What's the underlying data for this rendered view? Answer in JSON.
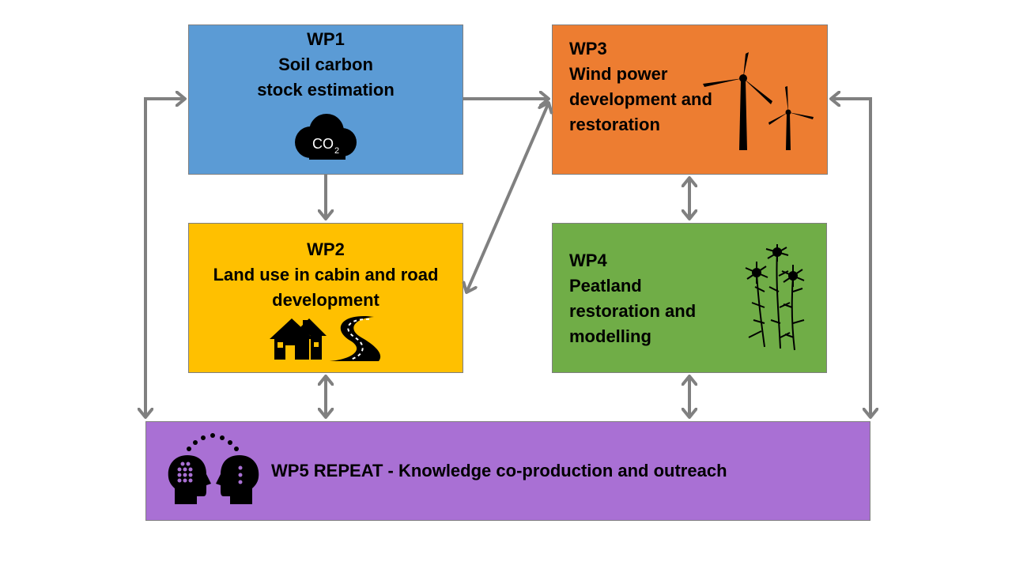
{
  "colors": {
    "wp1": "#5b9bd5",
    "wp2": "#ffc000",
    "wp3": "#ed7d31",
    "wp4": "#70ad47",
    "wp5": "#a970d4",
    "arrow": "#808080"
  },
  "wp1": {
    "id": "WP1",
    "line1": "Soil carbon",
    "line2": "stock estimation",
    "icon": "co2-cloud-icon",
    "icon_text": "CO",
    "icon_sub": "2"
  },
  "wp2": {
    "id": "WP2",
    "line1": "Land use in cabin and road",
    "line2": "development",
    "icon": "houses-road-icon"
  },
  "wp3": {
    "id": "WP3",
    "line1": "Wind power",
    "line2": "development and",
    "line3": "restoration",
    "icon": "wind-turbines-icon"
  },
  "wp4": {
    "id": "WP4",
    "line1": "Peatland",
    "line2": "restoration and",
    "line3": "modelling",
    "icon": "cotton-grass-icon"
  },
  "wp5": {
    "label": "WP5 REPEAT - Knowledge co-production and outreach",
    "icon": "knowledge-exchange-heads-icon"
  }
}
